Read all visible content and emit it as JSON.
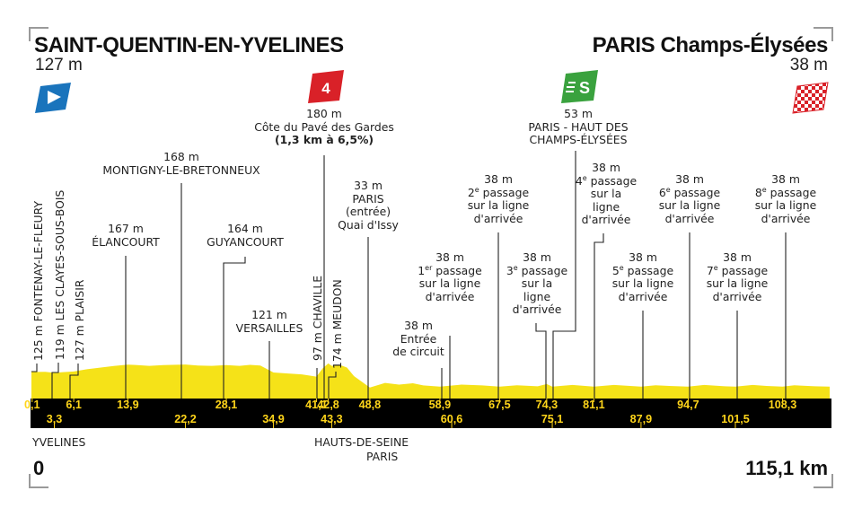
{
  "start": {
    "name": "SAINT-QUENTIN-EN-YVELINES",
    "altitude": "127 m",
    "icon": "start-flag-icon"
  },
  "finish": {
    "name": "PARIS Champs-Élysées",
    "altitude": "38 m",
    "icon": "finish-checkered-flag-icon"
  },
  "distance_start": "0",
  "distance_total": "115,1 km",
  "colors": {
    "profile": "#f5e218",
    "band": "#000000",
    "km_text": "#ffd51a",
    "climb": "#d92128",
    "sprint": "#3aa23e",
    "start_flag": "#1a74bc"
  },
  "climb": {
    "category": "4",
    "altitude": "180 m",
    "name": "Côte du Pavé des Gardes",
    "detail": "(1,3 km à 6,5%)"
  },
  "sprint": {
    "badge": "S",
    "altitude": "53 m",
    "line1": "PARIS - HAUT DES",
    "line2": "CHAMPS-ÉLYSÉES"
  },
  "vertical_labels": {
    "fontenay": "125 m FONTENAY-LE-FLEURY",
    "clayes": "119 m LES CLAYES-SOUS-BOIS",
    "plaisir": "127 m PLAISIR",
    "chaville": "97 m CHAVILLE",
    "meudon": "174 m MEUDON"
  },
  "labels": {
    "montigny": [
      "168 m",
      "MONTIGNY-LE-BRETONNEUX"
    ],
    "elancourt": [
      "167 m",
      "ÉLANCOURT"
    ],
    "guyancourt": [
      "164 m",
      "GUYANCOURT"
    ],
    "versailles": [
      "121 m",
      "VERSAILLES"
    ],
    "issy": [
      "33 m",
      "PARIS",
      "(entrée)",
      "Quai d'Issy"
    ],
    "circuit": [
      "38 m",
      "Entrée",
      "de circuit"
    ]
  },
  "passages": [
    {
      "alt": "38 m",
      "num": "1",
      "sup": "er",
      "word": " passage",
      "l3": "sur la ligne",
      "l4": "d'arrivée"
    },
    {
      "alt": "38 m",
      "num": "2",
      "sup": "e",
      "word": " passage",
      "l3": "sur la ligne",
      "l4": "d'arrivée"
    },
    {
      "alt": "38 m",
      "num": "3",
      "sup": "e",
      "word": " passage",
      "l3": "sur la",
      "l4": "ligne",
      "l5": "d'arrivée"
    },
    {
      "alt": "38 m",
      "num": "4",
      "sup": "e",
      "word": " passage",
      "l3": "sur la",
      "l4": "ligne",
      "l5": "d'arrivée"
    },
    {
      "alt": "38 m",
      "num": "5",
      "sup": "e",
      "word": " passage",
      "l3": "sur la ligne",
      "l4": "d'arrivée"
    },
    {
      "alt": "38 m",
      "num": "6",
      "sup": "e",
      "word": " passage",
      "l3": "sur la ligne",
      "l4": "d'arrivée"
    },
    {
      "alt": "38 m",
      "num": "7",
      "sup": "e",
      "word": " passage",
      "l3": "sur la ligne",
      "l4": "d'arrivée"
    },
    {
      "alt": "38 m",
      "num": "8",
      "sup": "e",
      "word": " passage",
      "l3": "sur la ligne",
      "l4": "d'arrivée"
    }
  ],
  "regions": {
    "yvelines": "YVELINES",
    "hauts_de_seine": "HAUTS-DE-SEINE",
    "paris": "PARIS"
  },
  "km_top": [
    "0,1",
    "6,1",
    "13,9",
    "28,1",
    "41,1",
    "42,8",
    "48,8",
    "58,9",
    "67,5",
    "74,3",
    "81,1",
    "94,7",
    "108,3"
  ],
  "km_bottom": [
    "3,3",
    "22,2",
    "34,9",
    "43,3",
    "60,6",
    "75,1",
    "87,9",
    "101,5"
  ],
  "km_top_pos": [
    0.1,
    6.1,
    13.9,
    28.1,
    41.1,
    42.8,
    48.8,
    58.9,
    67.5,
    74.3,
    81.1,
    94.7,
    108.3
  ],
  "km_bottom_pos": [
    3.3,
    22.2,
    34.9,
    43.3,
    60.6,
    75.1,
    87.9,
    101.5
  ],
  "profile": [
    [
      0,
      127
    ],
    [
      0.8,
      124
    ],
    [
      2,
      125
    ],
    [
      3.3,
      119
    ],
    [
      4.5,
      123
    ],
    [
      6.1,
      127
    ],
    [
      8,
      140
    ],
    [
      10,
      150
    ],
    [
      12,
      160
    ],
    [
      13.9,
      167
    ],
    [
      15,
      165
    ],
    [
      17,
      160
    ],
    [
      19,
      164
    ],
    [
      22.2,
      168
    ],
    [
      24,
      162
    ],
    [
      26,
      160
    ],
    [
      28.1,
      164
    ],
    [
      30,
      160
    ],
    [
      31.5,
      166
    ],
    [
      33,
      162
    ],
    [
      34.9,
      121
    ],
    [
      37,
      115
    ],
    [
      39,
      110
    ],
    [
      41.1,
      97
    ],
    [
      42,
      145
    ],
    [
      42.8,
      174
    ],
    [
      43.3,
      160
    ],
    [
      44.5,
      165
    ],
    [
      45.5,
      150
    ],
    [
      46.5,
      100
    ],
    [
      48.8,
      33
    ],
    [
      51,
      60
    ],
    [
      53,
      50
    ],
    [
      55,
      58
    ],
    [
      56.5,
      45
    ],
    [
      58.9,
      38
    ],
    [
      62,
      50
    ],
    [
      65,
      45
    ],
    [
      67.5,
      38
    ],
    [
      70,
      46
    ],
    [
      73,
      40
    ],
    [
      74.3,
      53
    ],
    [
      75.1,
      38
    ],
    [
      78,
      48
    ],
    [
      81.1,
      38
    ],
    [
      84,
      48
    ],
    [
      87.9,
      38
    ],
    [
      90,
      46
    ],
    [
      92,
      42
    ],
    [
      94.7,
      38
    ],
    [
      97,
      48
    ],
    [
      100,
      40
    ],
    [
      101.5,
      38
    ],
    [
      104,
      48
    ],
    [
      106,
      42
    ],
    [
      108.3,
      38
    ],
    [
      110,
      46
    ],
    [
      113,
      40
    ],
    [
      115.1,
      38
    ]
  ]
}
